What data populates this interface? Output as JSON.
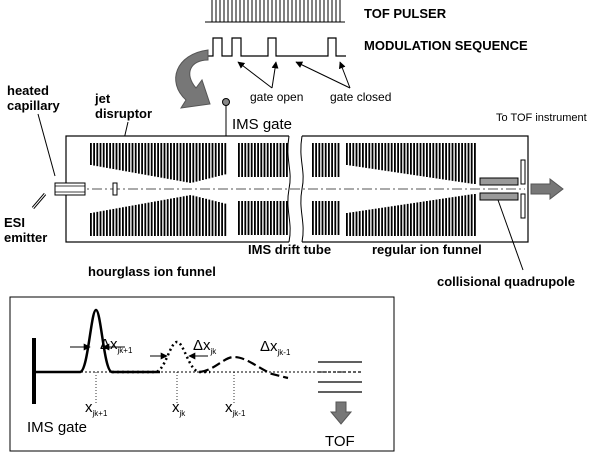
{
  "labels": {
    "tof_pulser": "TOF PULSER",
    "modulation_sequence": "MODULATION SEQUENCE",
    "gate_open": "gate open",
    "gate_closed": "gate closed",
    "heated_capillary_1": "heated",
    "heated_capillary_2": "capillary",
    "jet_disruptor_1": "jet",
    "jet_disruptor_2": "disruptor",
    "ims_gate_top": "IMS gate",
    "to_tof_instrument": "To TOF instrument",
    "esi_emitter_1": "ESI",
    "esi_emitter_2": "emitter",
    "ims_drift_tube": "IMS drift tube",
    "regular_ion_funnel": "regular ion funnel",
    "hourglass_ion_funnel": "hourglass ion funnel",
    "collisional_quadrupole": "collisional quadrupole",
    "ims_gate_bottom": "IMS gate",
    "tof_bottom": "TOF"
  },
  "inset": {
    "dx1_main": "Δx",
    "dx1_sub": "jk+1",
    "dx2_main": "Δx",
    "dx2_sub": "jk",
    "dx3_main": "Δx",
    "dx3_sub": "jk-1",
    "x1_main": "x",
    "x1_sub": "jk+1",
    "x2_main": "x",
    "x2_sub": "jk",
    "x3_main": "x",
    "x3_sub": "jk-1"
  },
  "colors": {
    "ink": "#000000",
    "arrow_gray": "#777777",
    "rod_gray": "#9a9a9a"
  }
}
